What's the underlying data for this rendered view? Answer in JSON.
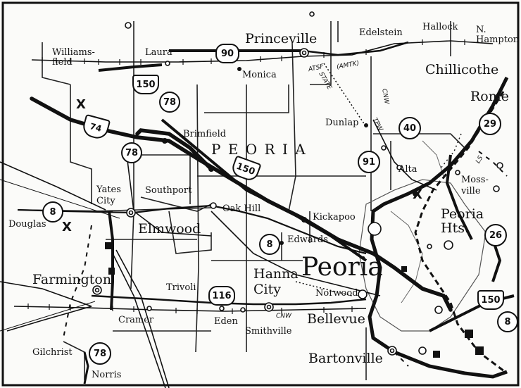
{
  "places": {
    "princeville": "Princeville",
    "edelstein": "Edelstein",
    "hallock": "Hallock",
    "n_hampton": "N.\nHampton",
    "williamsfield": "Williams-\nfield",
    "laura": "Laura",
    "monica": "Monica",
    "chillicothe": "Chillicothe",
    "rome": "Rome",
    "dunlap": "Dunlap",
    "brimfield": "Brimfield",
    "alta": "Alta",
    "mossville": "Moss-\nville",
    "yates_city": "Yates\nCity",
    "southport": "Southport",
    "douglas": "Douglas",
    "elmwood": "Elmwood",
    "oak_hill": "Oak Hill",
    "kickapoo": "Kickapoo",
    "edwards": "Edwards",
    "peoria_hts": "Peoria\nHts.",
    "farmington": "Farmington",
    "hanna_city": "Hanna\nCity",
    "peoria": "Peoria",
    "trivoli": "Trivoli",
    "norwood": "Norwood",
    "cramer": "Cramer",
    "eden": "Eden",
    "smithville": "Smithville",
    "bellevue": "Bellevue",
    "gilchrist": "Gilchrist",
    "norris": "Norris",
    "bartonville": "Bartonville"
  },
  "county_label": "P E O R I A",
  "shields": {
    "us150_north": "150",
    "us150_mid": "150",
    "us150_south": "150",
    "il90": "90",
    "il78_north": "78",
    "il78_mid": "78",
    "il78_south": "78",
    "i74": "74",
    "il40": "40",
    "il29": "29",
    "il91": "91",
    "il8_west": "8",
    "il8_mid": "8",
    "il8_east": "8",
    "il26": "26",
    "il116": "116"
  },
  "railroads": {
    "atsf": "ATSF",
    "amtk": "(AMTK)",
    "state": "STATE",
    "cnw_north": "CNW",
    "cnw_south": "CNW",
    "tpw": "TPW",
    "ls": "LS"
  },
  "airport_marks": [
    "X",
    "X",
    "X"
  ]
}
